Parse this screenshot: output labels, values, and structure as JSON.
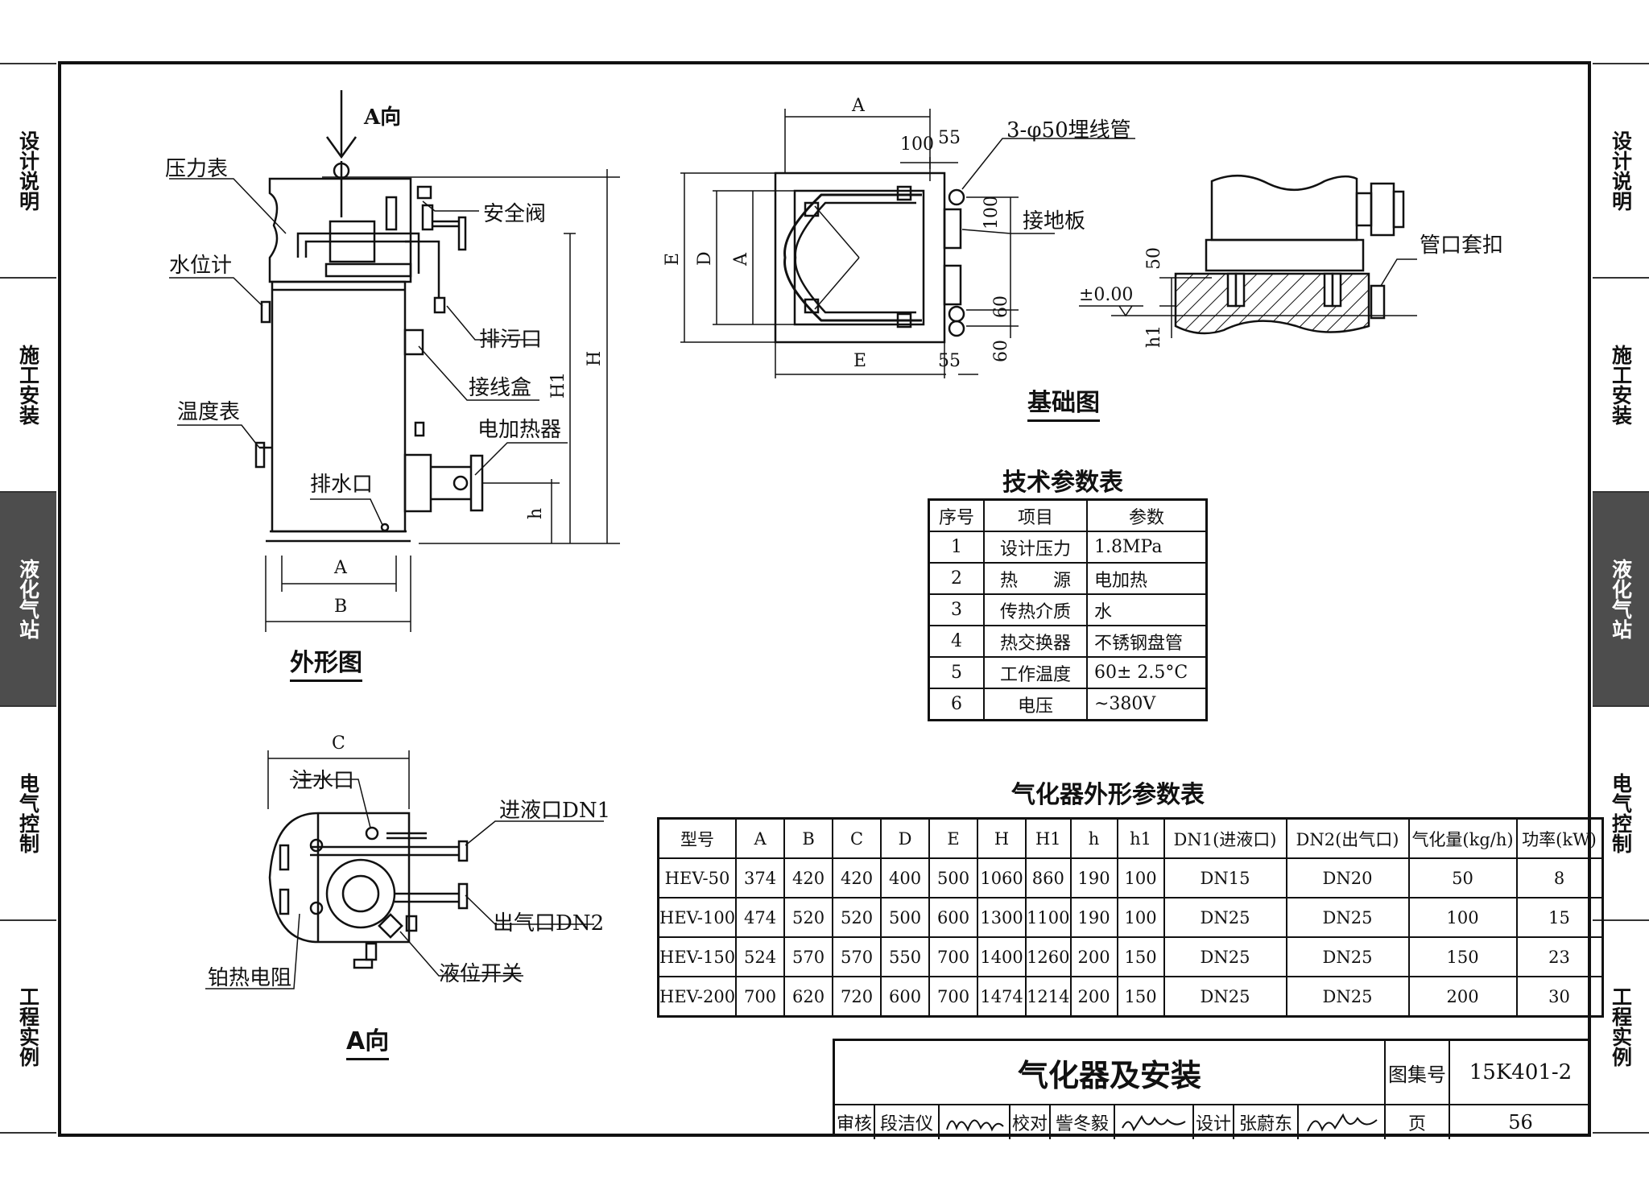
{
  "sidebar": {
    "left": [
      "设计说明",
      "施工安装",
      "液化气站",
      "电气控制",
      "工程实例"
    ],
    "right": [
      "设计说明",
      "施工安装",
      "液化气站",
      "电气控制",
      "工程实例"
    ],
    "active_index": 2
  },
  "outline_view": {
    "title": "外形图",
    "labels": {
      "direction": "A向",
      "pressure_gauge": "压力表",
      "safety_valve": "安全阀",
      "level_gauge": "水位计",
      "blowdown": "排污口",
      "junction_box": "接线盒",
      "thermometer": "温度表",
      "heater": "电加热器",
      "drain": "排水口"
    },
    "dims": {
      "A": "A",
      "B": "B",
      "H": "H",
      "H1": "H1",
      "h": "h"
    }
  },
  "foundation_view": {
    "title": "基础图",
    "labels": {
      "conduit": "3-φ50埋线管",
      "ground_plate": "接地板",
      "pipe_sleeve": "管口套扣",
      "elevation": "±0.00"
    },
    "dims": {
      "A": "A",
      "E": "E",
      "D": "D",
      "d100": "100",
      "d55": "55",
      "d60": "60",
      "d50": "50",
      "h1": "h1"
    }
  },
  "a_view": {
    "title": "A向",
    "labels": {
      "fill_port": "注水口",
      "inlet": "进液口DN1",
      "outlet": "出气口DN2",
      "platinum_resistor": "铂热电阻",
      "level_switch": "液位开关"
    },
    "dims": {
      "C": "C"
    }
  },
  "tech_table": {
    "title": "技术参数表",
    "headers": [
      "序号",
      "项目",
      "参数"
    ],
    "rows": [
      [
        "1",
        "设计压力",
        "1.8MPa"
      ],
      [
        "2",
        "热　　源",
        "电加热"
      ],
      [
        "3",
        "传热介质",
        "水"
      ],
      [
        "4",
        "热交换器",
        "不锈钢盘管"
      ],
      [
        "5",
        "工作温度",
        "60± 2.5°C"
      ],
      [
        "6",
        "电压",
        "~380V"
      ]
    ]
  },
  "outline_table": {
    "title": "气化器外形参数表",
    "headers": [
      "型号",
      "A",
      "B",
      "C",
      "D",
      "E",
      "H",
      "H1",
      "h",
      "h1",
      "DN1(进液口)",
      "DN2(出气口)",
      "气化量(kg/h)",
      "功率(kW)"
    ],
    "rows": [
      [
        "HEV-50",
        "374",
        "420",
        "420",
        "400",
        "500",
        "1060",
        "860",
        "190",
        "100",
        "DN15",
        "DN20",
        "50",
        "8"
      ],
      [
        "HEV-100",
        "474",
        "520",
        "520",
        "500",
        "600",
        "1300",
        "1100",
        "190",
        "100",
        "DN25",
        "DN25",
        "100",
        "15"
      ],
      [
        "HEV-150",
        "524",
        "570",
        "570",
        "550",
        "700",
        "1400",
        "1260",
        "200",
        "150",
        "DN25",
        "DN25",
        "150",
        "23"
      ],
      [
        "HEV-200",
        "700",
        "620",
        "720",
        "600",
        "700",
        "1474",
        "1214",
        "200",
        "150",
        "DN25",
        "DN25",
        "200",
        "30"
      ]
    ]
  },
  "title_block": {
    "drawing_title": "气化器及安装",
    "atlas_label": "图集号",
    "atlas_no": "15K401-2",
    "review_label": "审核",
    "reviewer": "段洁仪",
    "check_label": "校对",
    "checker": "訾冬毅",
    "design_label": "设计",
    "designer": "张蔚东",
    "page_label": "页",
    "page_no": "56"
  }
}
